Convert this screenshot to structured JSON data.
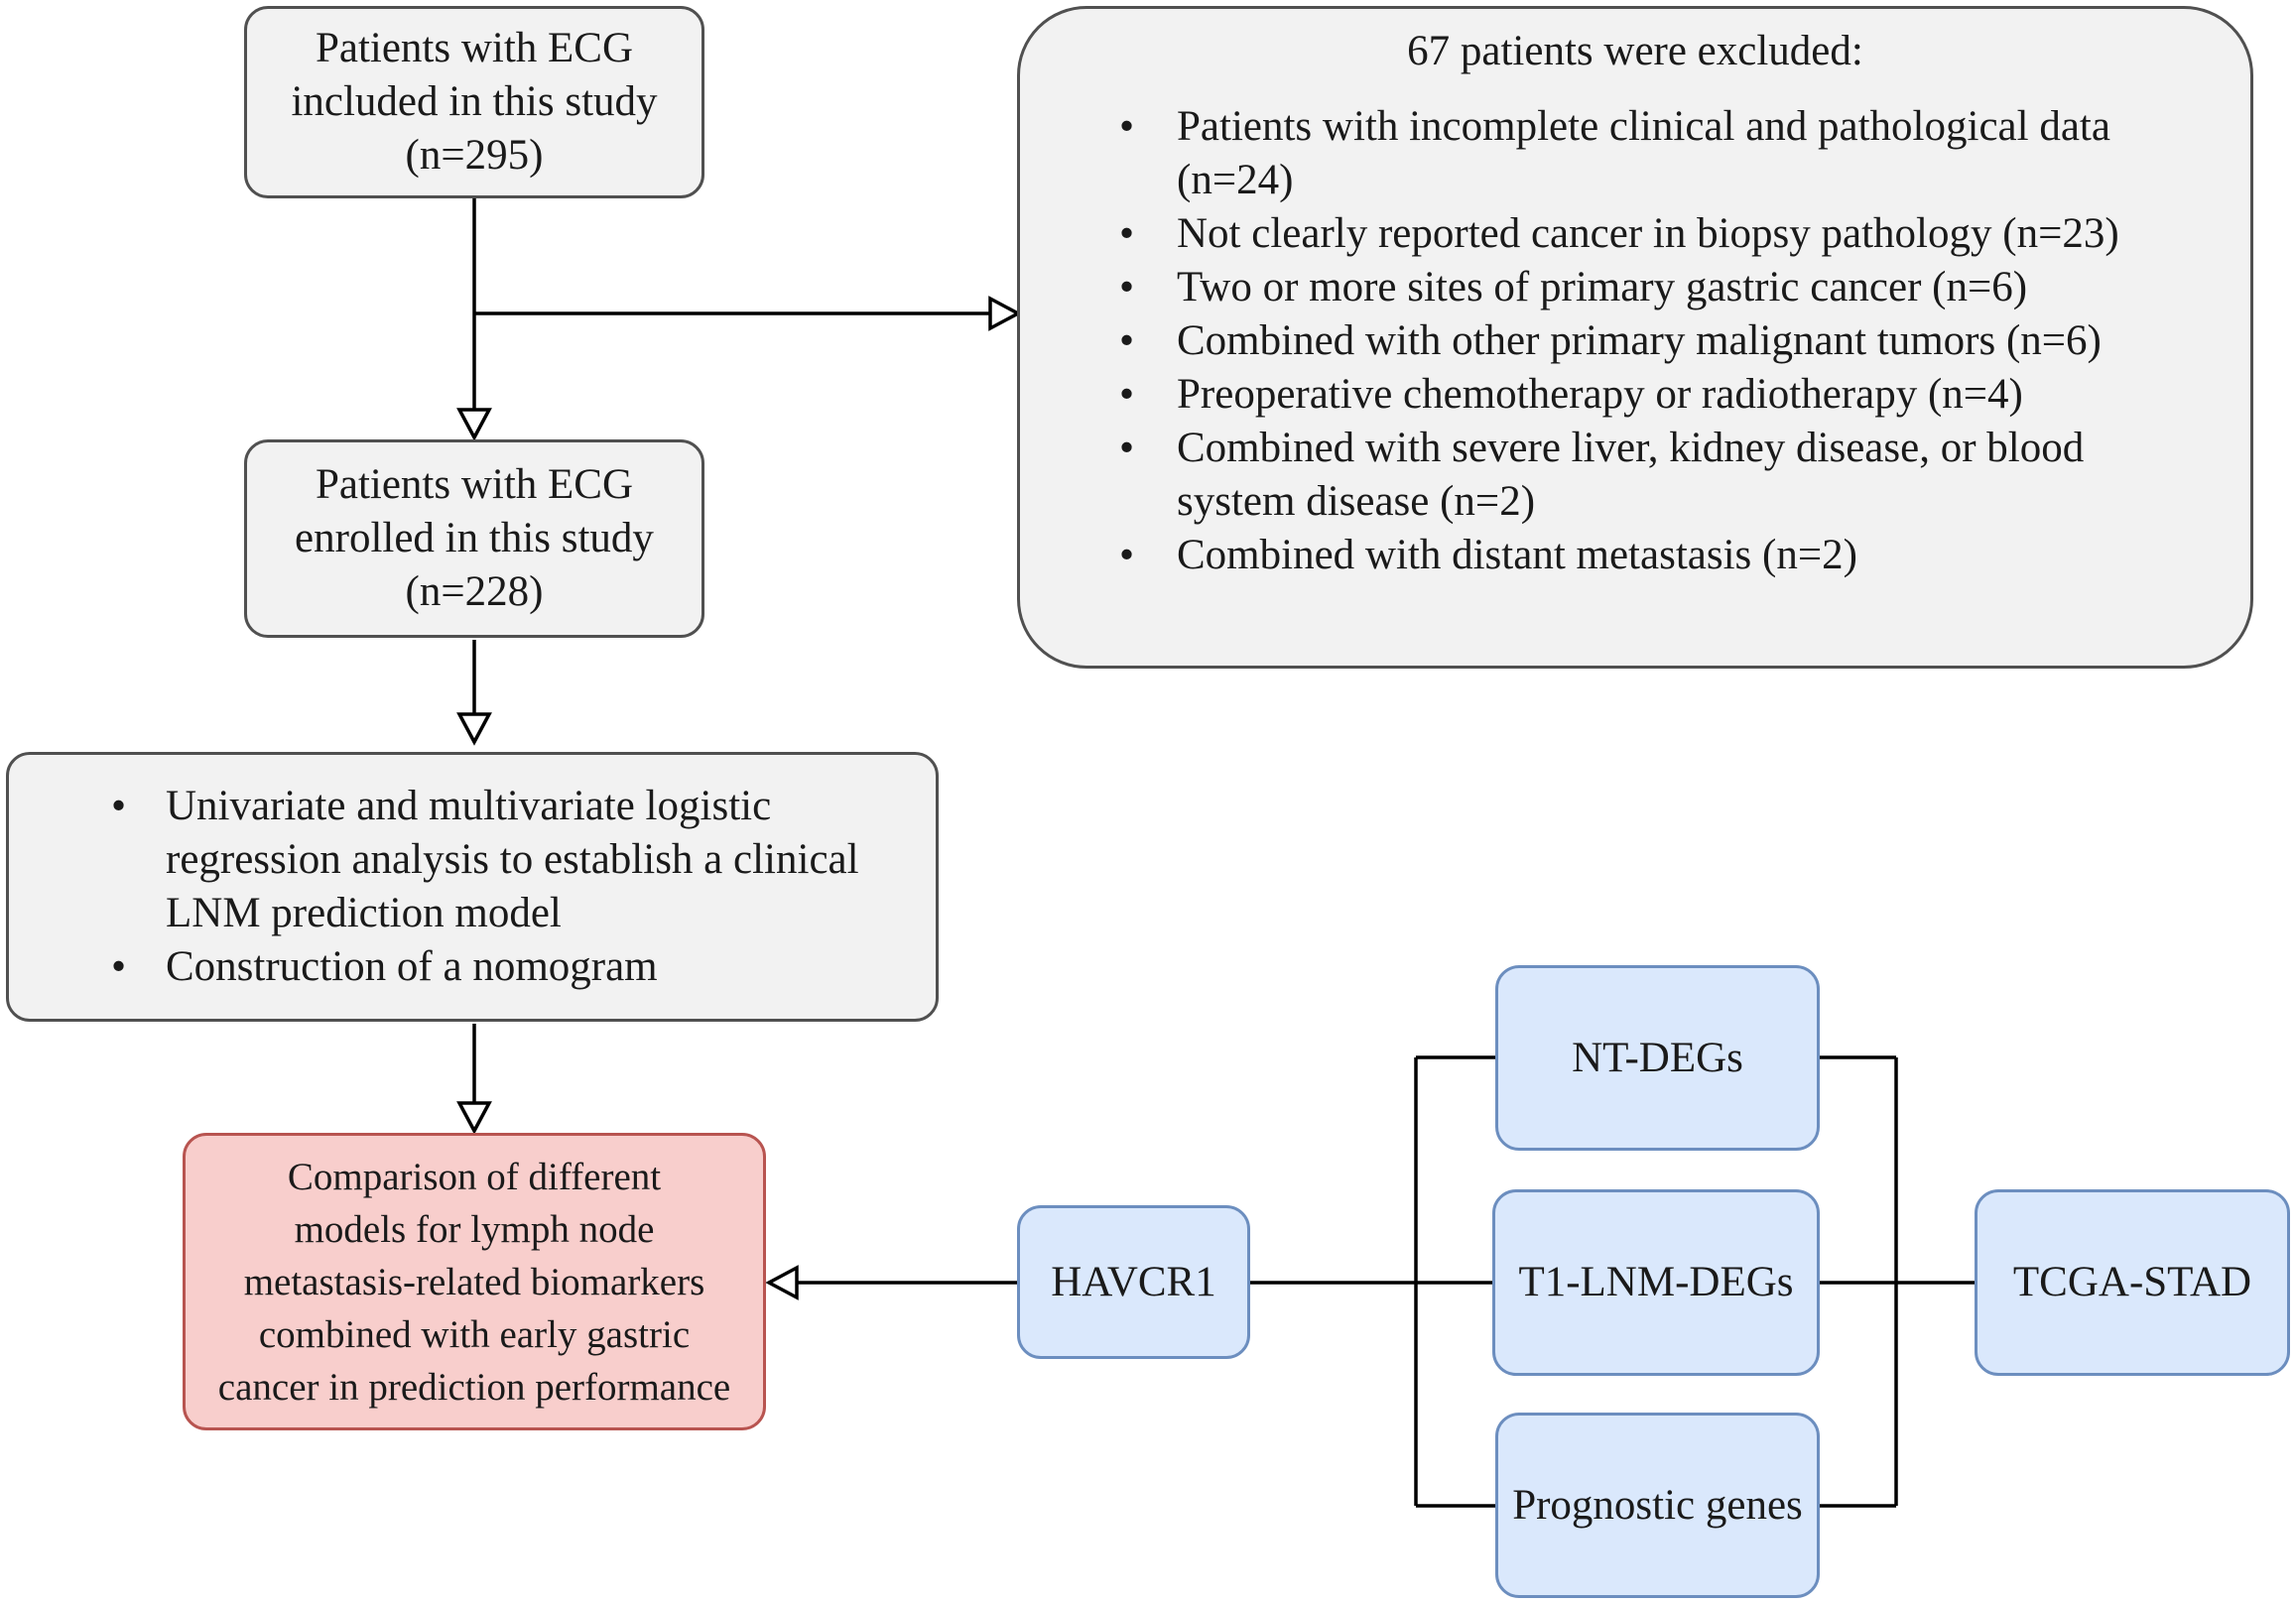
{
  "flow": {
    "included": {
      "line1": "Patients with ECG",
      "line2": "included in this study",
      "line3": "(n=295)"
    },
    "excluded": {
      "title": "67 patients were excluded:",
      "items": [
        "Patients with incomplete clinical and pathological data (n=24)",
        "Not clearly reported cancer in biopsy pathology (n=23)",
        "Two or more sites of primary gastric cancer (n=6)",
        "Combined with other primary malignant tumors (n=6)",
        "Preoperative chemotherapy or radiotherapy (n=4)",
        "Combined with severe liver, kidney disease, or blood system disease (n=2)",
        "Combined with distant metastasis (n=2)"
      ]
    },
    "enrolled": {
      "line1": "Patients with ECG",
      "line2": "enrolled in this study",
      "line3": "(n=228)"
    },
    "analysis": {
      "items": [
        "Univariate and multivariate logistic regression analysis to establish a clinical LNM prediction model",
        "Construction of a nomogram"
      ]
    },
    "comparison": {
      "lines": [
        "Comparison of different",
        "models for lymph node",
        "metastasis-related biomarkers",
        "combined with early gastric",
        "cancer in prediction performance"
      ]
    }
  },
  "genes": {
    "havcr1": "HAVCR1",
    "nt_degs": "NT-DEGs",
    "t1_lnm_degs": "T1-LNM-DEGs",
    "prognostic": "Prognostic genes",
    "tcga": "TCGA-STAD"
  },
  "colors": {
    "gray_fill": "#f2f2f2",
    "gray_stroke": "#505050",
    "blue_fill": "#dae8fc",
    "blue_stroke": "#6c8ebf",
    "red_fill": "#f8cecc",
    "red_stroke": "#b85450"
  }
}
